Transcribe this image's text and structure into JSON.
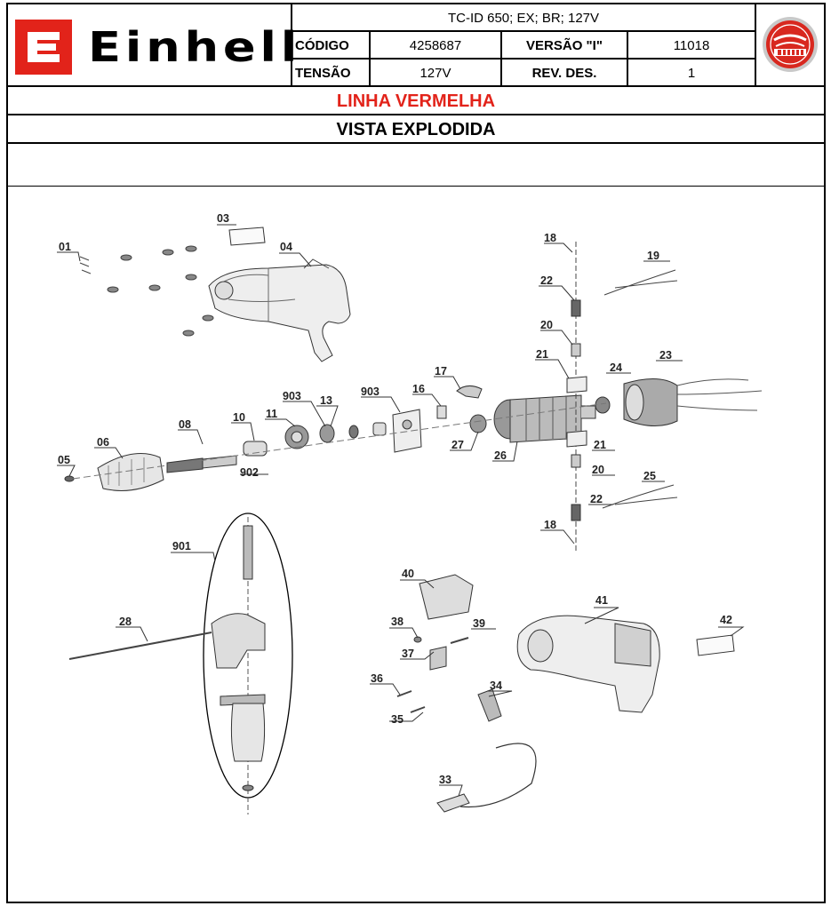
{
  "header": {
    "brand": "Einhell",
    "model_line": "TC-ID 650; EX; BR; 127V",
    "code_label": "CÓDIGO",
    "code_value": "4258687",
    "version_label": "VERSÃO \"I\"",
    "version_value": "11018",
    "voltage_label": "TENSÃO",
    "voltage_value": "127V",
    "revision_label": "REV. DES.",
    "revision_value": "1",
    "brand_color": "#e2231a"
  },
  "section_title": "LINHA VERMELHA",
  "view_title": "VISTA EXPLODIDA",
  "parts": {
    "p01": "01",
    "p03": "03",
    "p04": "04",
    "p05": "05",
    "p06": "06",
    "p08": "08",
    "p10": "10",
    "p11": "11",
    "p13": "13",
    "p16": "16",
    "p17": "17",
    "p18a": "18",
    "p18b": "18",
    "p19": "19",
    "p20a": "20",
    "p20b": "20",
    "p21a": "21",
    "p21b": "21",
    "p22a": "22",
    "p22b": "22",
    "p23": "23",
    "p24": "24",
    "p25": "25",
    "p26": "26",
    "p27": "27",
    "p28": "28",
    "p33": "33",
    "p34": "34",
    "p35": "35",
    "p36": "36",
    "p37": "37",
    "p38": "38",
    "p39": "39",
    "p40": "40",
    "p41": "41",
    "p42": "42",
    "p901": "901",
    "p902": "902",
    "p903a": "903",
    "p903b": "903"
  }
}
